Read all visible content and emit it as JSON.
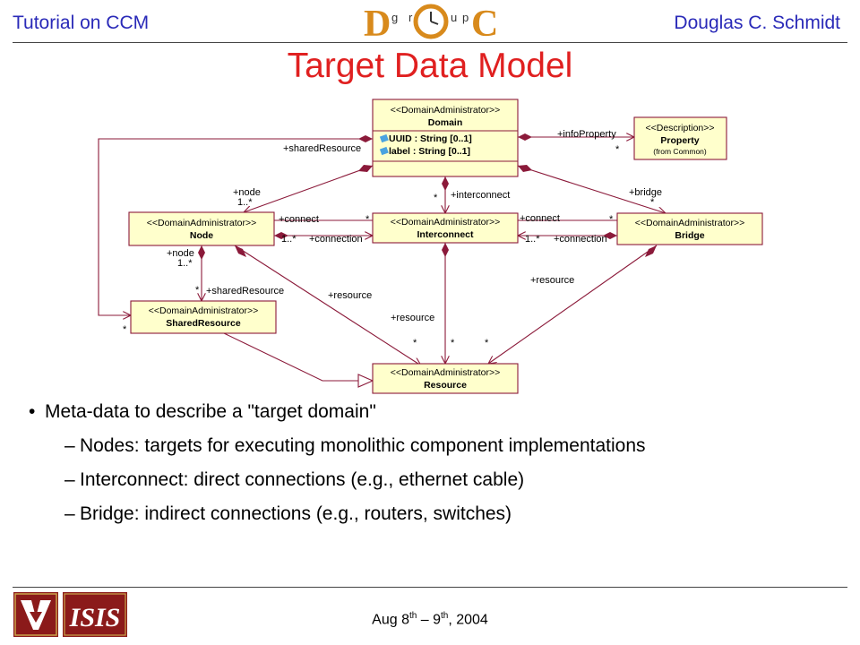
{
  "header": {
    "left_text": "Tutorial on CCM",
    "right_text": "Douglas C. Schmidt",
    "logo_letters": {
      "d": "D",
      "g": "g",
      "r": "r",
      "o": "O",
      "u": "u",
      "p": "p",
      "c": "C"
    }
  },
  "title": "Target Data Model",
  "diagram": {
    "classes": {
      "domain": {
        "stereotype": "<<DomainAdministrator>>",
        "name": "Domain",
        "attr1": "UUID : String [0..1]",
        "attr2": "label : String [0..1]"
      },
      "property": {
        "stereotype": "<<Description>>",
        "name": "Property",
        "note": "(from Common)"
      },
      "node": {
        "stereotype": "<<DomainAdministrator>>",
        "name": "Node"
      },
      "interconnect": {
        "stereotype": "<<DomainAdministrator>>",
        "name": "Interconnect"
      },
      "bridge": {
        "stereotype": "<<DomainAdministrator>>",
        "name": "Bridge"
      },
      "shared": {
        "stereotype": "<<DomainAdministrator>>",
        "name": "SharedResource"
      },
      "resource": {
        "stereotype": "<<DomainAdministrator>>",
        "name": "Resource"
      }
    },
    "roles": {
      "info_property": "+infoProperty",
      "shared_resource_top": "+sharedResource",
      "node_top": "+node",
      "node_top_mult": "1..*",
      "interconnect": "+interconnect",
      "bridge": "+bridge",
      "connect_left": "+connect",
      "connect_right": "+connect",
      "connection_left": "+connection",
      "connection_right": "+connection",
      "mult_left": "1..*",
      "mult_right": "1..*",
      "node_low": "+node",
      "node_low_mult": "1..*",
      "shared_resource_low": "+sharedResource",
      "resource_left": "+resource",
      "resource_mid": "+resource",
      "resource_right": "+resource",
      "star": "*"
    }
  },
  "bullets": {
    "main": "Meta-data to describe a \"target domain\"",
    "subs": [
      "Nodes: targets for executing monolithic component implementations",
      "Interconnect: direct connections (e.g., ethernet cable)",
      "Bridge: indirect connections (e.g., routers, switches)"
    ]
  },
  "footer": {
    "date_part1": "Aug 8",
    "sup1": "th",
    "date_part2": " – 9",
    "sup2": "th",
    "date_part3": ", 2004",
    "isis_text": "ISIS"
  },
  "colors": {
    "header_text": "#2a2ab8",
    "title": "#e02020",
    "class_fill": "#ffffcc",
    "class_border": "#8b1a3a",
    "line": "#8b1a3a",
    "isis_bg": "#8b1a1a"
  }
}
